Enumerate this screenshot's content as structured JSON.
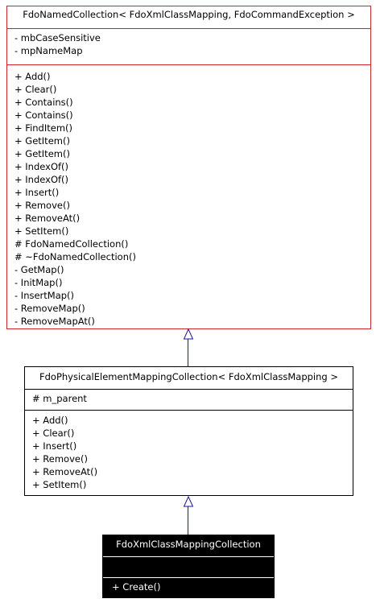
{
  "classes": {
    "base": {
      "name": "FdoNamedCollection< FdoXmlClassMapping, FdoCommandException >",
      "attributes": [
        "- mbCaseSensitive",
        "- mpNameMap"
      ],
      "methods": [
        "+ Add()",
        "+ Clear()",
        "+ Contains()",
        "+ Contains()",
        "+ FindItem()",
        "+ GetItem()",
        "+ GetItem()",
        "+ IndexOf()",
        "+ IndexOf()",
        "+ Insert()",
        "+ Remove()",
        "+ RemoveAt()",
        "+ SetItem()",
        "# FdoNamedCollection()",
        "# ~FdoNamedCollection()",
        "- GetMap()",
        "- InitMap()",
        "- InsertMap()",
        "- RemoveMap()",
        "- RemoveMapAt()"
      ]
    },
    "middle": {
      "name": "FdoPhysicalElementMappingCollection< FdoXmlClassMapping >",
      "attributes": [
        "# m_parent"
      ],
      "methods": [
        "+ Add()",
        "+ Clear()",
        "+ Insert()",
        "+ Remove()",
        "+ RemoveAt()",
        "+ SetItem()"
      ]
    },
    "derived": {
      "name": "FdoXmlClassMappingCollection",
      "attributes": [],
      "methods": [
        "+ Create()"
      ]
    }
  },
  "colors": {
    "base_border": "#c9272b",
    "connector": "#1a1a8c",
    "derived_fill": "#000000"
  }
}
